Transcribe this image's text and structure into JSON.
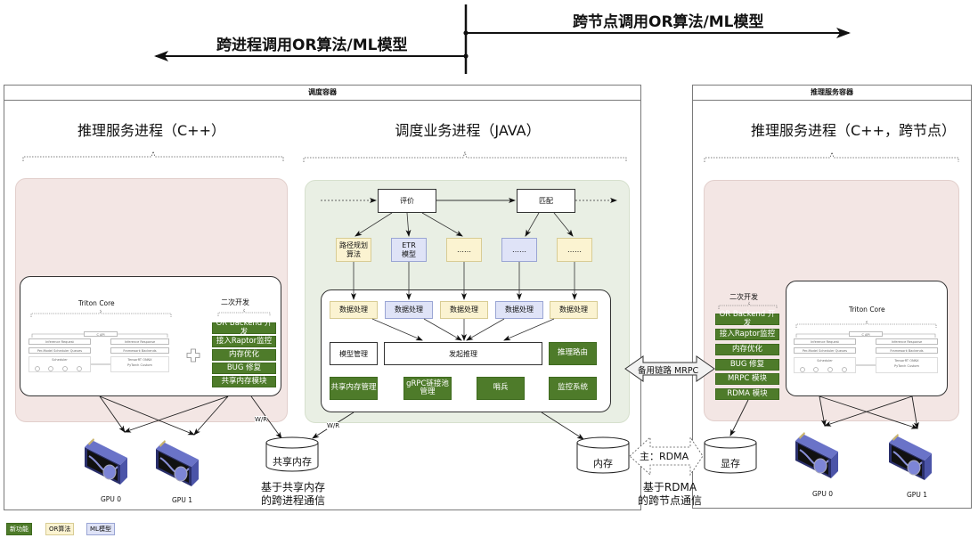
{
  "banners": {
    "cross_process": "跨进程调用OR算法/ML模型",
    "cross_node": "跨节点调用OR算法/ML模型"
  },
  "scheduling_container": {
    "title": "调度容器",
    "inference_process": {
      "title": "推理服务进程（C++）",
      "triton": {
        "title": "Triton Core",
        "c_api": "C API",
        "inference_request": "Inference Request",
        "per_model_queues": "Per-Model Scheduler Queues",
        "inference_response": "Inference Response",
        "framework_backends": "Framework Backends",
        "scheduler": "Scheduler",
        "backends": [
          "TensorRT",
          "ONNX",
          "PyTorch",
          "Custom"
        ]
      },
      "plus_icon": "plus-icon",
      "secondary_dev": {
        "title": "二次开发",
        "items": [
          "OR Backend 开发",
          "接入Raptor监控",
          "内存优化",
          "BUG 修复",
          "共享内存模块"
        ]
      },
      "gpus": [
        "GPU 0",
        "GPU 1"
      ]
    },
    "business_process": {
      "title": "调度业务进程（JAVA）",
      "stages": [
        "评价",
        "匹配"
      ],
      "algorithms": [
        {
          "label": "路径规划\n算法",
          "kind": "or"
        },
        {
          "label": "ETR\n模型",
          "kind": "ml"
        },
        {
          "label": "……",
          "kind": "or"
        },
        {
          "label": "……",
          "kind": "ml"
        },
        {
          "label": "……",
          "kind": "or"
        }
      ],
      "data_processing": [
        {
          "label": "数据处理",
          "kind": "or"
        },
        {
          "label": "数据处理",
          "kind": "ml"
        },
        {
          "label": "数据处理",
          "kind": "or"
        },
        {
          "label": "数据处理",
          "kind": "ml"
        },
        {
          "label": "数据处理",
          "kind": "or"
        }
      ],
      "model_management": "模型管理",
      "initiate_inference": "发起推理",
      "inference_routing": "推理路由",
      "modules": [
        "共享内存管理",
        "gRPC链接池管理",
        "哨兵",
        "监控系统"
      ]
    },
    "shared_memory": "共享内存",
    "memory": "内存",
    "wr_label": "W/R",
    "shared_memory_caption": "基于共享内存\n的跨进程通信"
  },
  "inference_container": {
    "title": "推理服务容器",
    "process_title": "推理服务进程（C++，跨节点）",
    "secondary_dev": {
      "title": "二次开发",
      "items": [
        "OR Backend 开发",
        "接入Raptor监控",
        "内存优化",
        "BUG 修复",
        "MRPC 模块",
        "RDMA 模块"
      ]
    },
    "triton_title": "Triton Core",
    "vram": "显存",
    "gpus": [
      "GPU 0",
      "GPU 1"
    ]
  },
  "links": {
    "backup": "备用链路  MRPC",
    "primary": "主：RDMA",
    "rdma_caption": "基于RDMA\n的跨节点通信"
  },
  "legend": [
    {
      "label": "新功能",
      "color": "#4e7b2a"
    },
    {
      "label": "OR算法",
      "color": "#fbf3d1"
    },
    {
      "label": "ML模型",
      "color": "#dfe3f7"
    }
  ]
}
